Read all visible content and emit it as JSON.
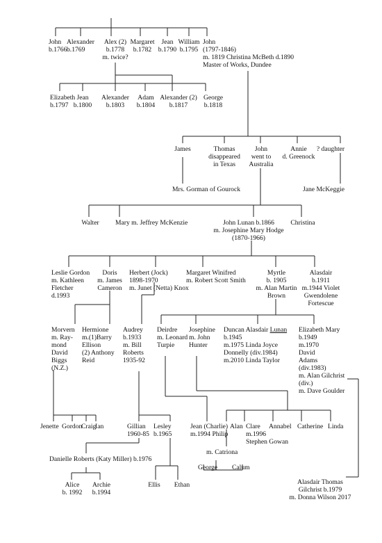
{
  "people": [
    {
      "id": "john1766",
      "lines": [
        "John",
        "b.1766"
      ]
    },
    {
      "id": "alexander1769",
      "lines": [
        "Alexander",
        "b.1769"
      ]
    },
    {
      "id": "alex2",
      "lines": [
        "Alex (2)",
        "b.1778",
        "m. twice?"
      ]
    },
    {
      "id": "margaret1782",
      "lines": [
        "Margaret",
        "b.1782"
      ]
    },
    {
      "id": "jean1790",
      "lines": [
        "Jean",
        "b.1790"
      ]
    },
    {
      "id": "william1795",
      "lines": [
        "William",
        "b.1795"
      ]
    },
    {
      "id": "john1797",
      "lines": [
        "John",
        "(1797-1846)",
        "m. 1819 Christina McBeth d.1890",
        "Master of Works, Dundee"
      ]
    },
    {
      "id": "elizabeth1797",
      "lines": [
        "Elizabeth",
        "b.1797"
      ]
    },
    {
      "id": "jean1800",
      "lines": [
        "Jean",
        "b.1800"
      ]
    },
    {
      "id": "alexander1803",
      "lines": [
        "Alexander",
        "b.1803"
      ]
    },
    {
      "id": "adam1804",
      "lines": [
        "Adam",
        "b.1804"
      ]
    },
    {
      "id": "alexander1817",
      "lines": [
        "Alexander (2)",
        "b.1817"
      ]
    },
    {
      "id": "george1818",
      "lines": [
        "George",
        "b.1818"
      ]
    },
    {
      "id": "james",
      "lines": [
        "James"
      ]
    },
    {
      "id": "thomas",
      "lines": [
        "Thomas",
        "disappeared",
        "in Texas"
      ]
    },
    {
      "id": "john_aus",
      "lines": [
        "John",
        "went to",
        "Australia"
      ]
    },
    {
      "id": "annie",
      "lines": [
        "Annie",
        "d. Greenock"
      ]
    },
    {
      "id": "daughter",
      "lines": [
        "? daughter"
      ]
    },
    {
      "id": "gorman",
      "lines": [
        "Mrs. Gorman of Gourock"
      ]
    },
    {
      "id": "mckeggie",
      "lines": [
        "Jane McKeggie"
      ]
    },
    {
      "id": "walter",
      "lines": [
        "Walter"
      ]
    },
    {
      "id": "mary",
      "lines": [
        "Mary m. Jeffrey McKenzie"
      ]
    },
    {
      "id": "johnlunan",
      "lines": [
        "John Lunan b.1866",
        "m. Josephine Mary Hodge",
        "(1870-1966)"
      ]
    },
    {
      "id": "christina",
      "lines": [
        "Christina"
      ]
    },
    {
      "id": "leslie",
      "lines": [
        "Leslie Gordon",
        "m. Kathleen",
        "Fletcher",
        "d.1993"
      ]
    },
    {
      "id": "doris",
      "lines": [
        "Doris",
        "m. James",
        "Cameron"
      ]
    },
    {
      "id": "herbert",
      "lines": [
        "Herbert (Jock)",
        "1898-1970",
        "m. Junet (Netta) Knox"
      ]
    },
    {
      "id": "margaretw",
      "lines": [
        "Margaret Winifred",
        "m. Robert Scott Smith"
      ]
    },
    {
      "id": "myrtle",
      "lines": [
        "Myrtle",
        "b. 1905",
        "m. Alan Martin",
        "Brown"
      ]
    },
    {
      "id": "alasdair1911",
      "lines": [
        "Alasdair",
        "b.1911",
        "m.1944 Violet",
        "Gwendolene",
        "Fortescue"
      ]
    },
    {
      "id": "morvern",
      "lines": [
        "Morvern",
        "m. Ray-",
        "mond",
        "David",
        "Biggs",
        "(N.Z.)"
      ]
    },
    {
      "id": "hermione",
      "lines": [
        "Hermione",
        "m.(1)Barry",
        "Ellison",
        "(2) Anthony",
        "Reid"
      ]
    },
    {
      "id": "audrey",
      "lines": [
        "Audrey",
        "b.1933",
        "m. Bill",
        "Roberts",
        "1935-92"
      ]
    },
    {
      "id": "deirdre",
      "lines": [
        "Deirdre",
        "m. Leonard",
        "Turpie"
      ]
    },
    {
      "id": "josephine",
      "lines": [
        "Josephine",
        "m. John",
        "Hunter"
      ]
    },
    {
      "id": "duncan",
      "lines": [
        "Duncan Alasdair Lunan",
        "b.1945",
        "m.1975 Linda Joyce",
        "Donnelly  (div.1984)",
        "m.2010 Linda Taylor"
      ]
    },
    {
      "id": "elizabethmary",
      "lines": [
        "Elizabeth Mary",
        "b.1949",
        "m.1970",
        "David",
        "Adams",
        "(div.1983)",
        "m. Alan Gilchrist",
        "(div.)",
        "m. Dave Goulder"
      ]
    },
    {
      "id": "jenette",
      "lines": [
        "Jenette"
      ]
    },
    {
      "id": "gordon",
      "lines": [
        "Gordon"
      ]
    },
    {
      "id": "craig",
      "lines": [
        "Craig"
      ]
    },
    {
      "id": "ian",
      "lines": [
        "Ian"
      ]
    },
    {
      "id": "gillian",
      "lines": [
        "Gillian",
        "1960-85"
      ]
    },
    {
      "id": "lesley",
      "lines": [
        "Lesley",
        "b.1965"
      ]
    },
    {
      "id": "jean_charlie",
      "lines": [
        "Jean (Charlie)",
        "m.1994 Philip"
      ]
    },
    {
      "id": "alan",
      "lines": [
        "Alan"
      ]
    },
    {
      "id": "clare",
      "lines": [
        "Clare",
        "m.1996",
        "Stephen Gowan"
      ]
    },
    {
      "id": "annabel",
      "lines": [
        "Annabel"
      ]
    },
    {
      "id": "catherine",
      "lines": [
        "Catherine"
      ]
    },
    {
      "id": "linda",
      "lines": [
        "Linda"
      ]
    },
    {
      "id": "catriona",
      "lines": [
        "m. Catriona"
      ]
    },
    {
      "id": "george",
      "lines": [
        "George"
      ]
    },
    {
      "id": "calum",
      "lines": [
        "Calum"
      ]
    },
    {
      "id": "danielle",
      "lines": [
        "Danielle Roberts (Katy Miller) b.1976"
      ]
    },
    {
      "id": "alice",
      "lines": [
        "Alice",
        "b. 1992"
      ]
    },
    {
      "id": "archie",
      "lines": [
        "Archie",
        "b.1994"
      ]
    },
    {
      "id": "ellis",
      "lines": [
        "Ellis"
      ]
    },
    {
      "id": "ethan",
      "lines": [
        "Ethan"
      ]
    },
    {
      "id": "alasdairthomas",
      "lines": [
        "Alasdair Thomas",
        "Gilchrist b.1979",
        "m. Donna Wilson 2017"
      ]
    }
  ]
}
